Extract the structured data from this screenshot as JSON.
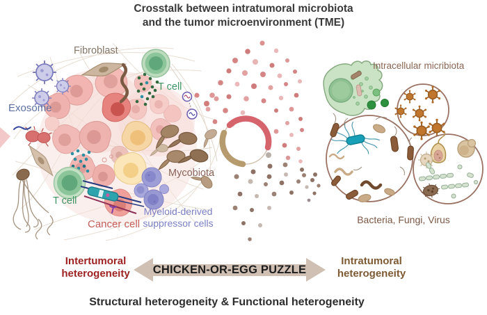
{
  "title": {
    "line1": "Crosstalk between intratumoral microbiota",
    "line2": "and the tumor microenvironment (TME)"
  },
  "tme": {
    "fibroblast_label": "Fibroblast",
    "exosome_label": "Exosome",
    "t_cell_top_label": "T cell",
    "t_cell_bottom_label": "T cell",
    "cancer_cell_label": "Cancer cell",
    "mycobiota_label": "Mycobiota",
    "mdsc_label_line1": "Myeloid-derived",
    "mdsc_label_line2": "suppressor cells"
  },
  "microbiota": {
    "intracellular_label": "Intracellular micribiota",
    "types_label": "Bacteria, Fungi, Virus"
  },
  "puzzle": {
    "left_label_line1": "Intertumoral",
    "left_label_line2": "heterogeneity",
    "arrow_label": "CHICKEN-OR-EGG PUZZLE",
    "right_label_line1": "Intratumoral",
    "right_label_line2": "heterogeneity"
  },
  "footer_label": "Structural heterogeneity & Functional heterogeneity",
  "icons": [
    "exosome-icon",
    "fibroblast-icon",
    "t-cell-icon",
    "cancer-cell-icon",
    "mycobiota-icon",
    "mdsc-cell-icon",
    "syringe-icon",
    "plasmid-ring-icon",
    "infected-cell-icon",
    "virus-icon",
    "bacteria-icon",
    "fungi-icon",
    "double-arrow-icon"
  ],
  "colors": {
    "title_text": "#383838",
    "intertumoral_red": "#9e2222",
    "intratumoral_brown": "#7d5a33",
    "arrow_tan": "#cfc0b3",
    "fibroblast_label": "#867668",
    "exosome_label": "#5d6da0",
    "t_cell_label": "#3f9464",
    "cancer_cell_label": "#c25b56",
    "mycobiota_label": "#8a635a",
    "mdsc_label": "#7b80c6",
    "intracellular_label": "#8a6552",
    "microbe_types_label": "#7a5846",
    "footer_text": "#2d2d2d",
    "plasmid_red": "#d5646c",
    "plasmid_tan": "#b69b6f",
    "bacterium_teal": "#17a0b8",
    "virus_orange": "#c0762d"
  }
}
